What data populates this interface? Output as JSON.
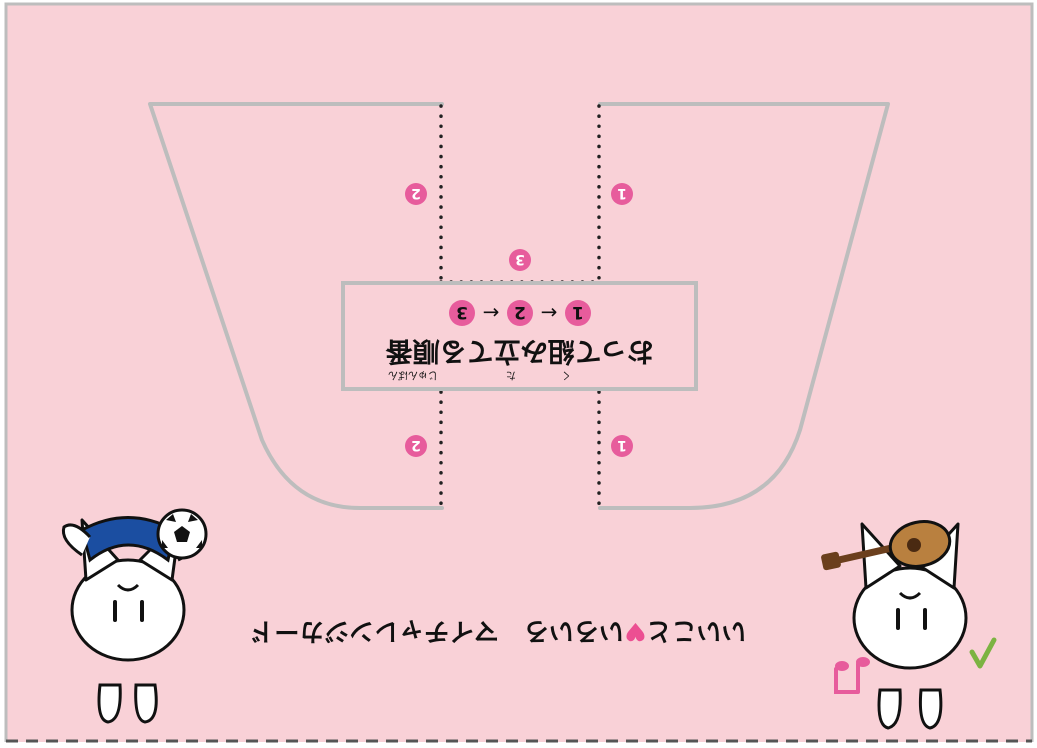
{
  "colors": {
    "background": "#f9d1d7",
    "frame": "#bdbdbd",
    "fold_line": "#555555",
    "badge": "#e75c9c",
    "dots": "#222222",
    "text": "#111111",
    "heart": "#ec4f92",
    "shirt": "#1b4ea1",
    "guitar": "#b9803f"
  },
  "badges": {
    "top_left": "2",
    "top_right": "1",
    "center": "3",
    "bottom_left": "2",
    "bottom_right": "1"
  },
  "order": {
    "step1": "1",
    "arrow1": "←",
    "step2": "2",
    "arrow2": "←",
    "step3": "3"
  },
  "instruction": {
    "title": "おって組み立てる順番",
    "ruby_ku": "く",
    "ruby_ta": "た",
    "ruby_junban": "じゅんばん"
  },
  "footer_text": {
    "part1": "いいこと",
    "heart": "♥",
    "part2": "いろいろ　マイチャレンジカード"
  },
  "icons": {
    "soccer_character": "cat-soccer-character-icon",
    "guitar_character": "cat-guitar-character-icon",
    "music_note": "music-note-icon",
    "check": "check-icon",
    "heart": "heart-icon"
  }
}
